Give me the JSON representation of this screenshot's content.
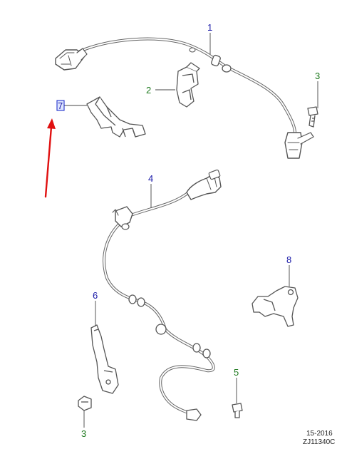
{
  "callouts": {
    "c1": "1",
    "c2": "2",
    "c3_top": "3",
    "c4": "4",
    "c5": "5",
    "c6": "6",
    "c7": "7",
    "c8": "8",
    "c3_bottom": "3"
  },
  "footer": {
    "year_code": "15-2016",
    "illustration_code": "ZJ11340C"
  },
  "colors": {
    "callout_blue": "#1a1aa8",
    "callout_green": "#1f7a1f",
    "highlight_box": "#2233cc",
    "arrow_red": "#e01010",
    "line_gray": "#555555"
  },
  "icons": {
    "pointer": "red-arrow-icon"
  }
}
